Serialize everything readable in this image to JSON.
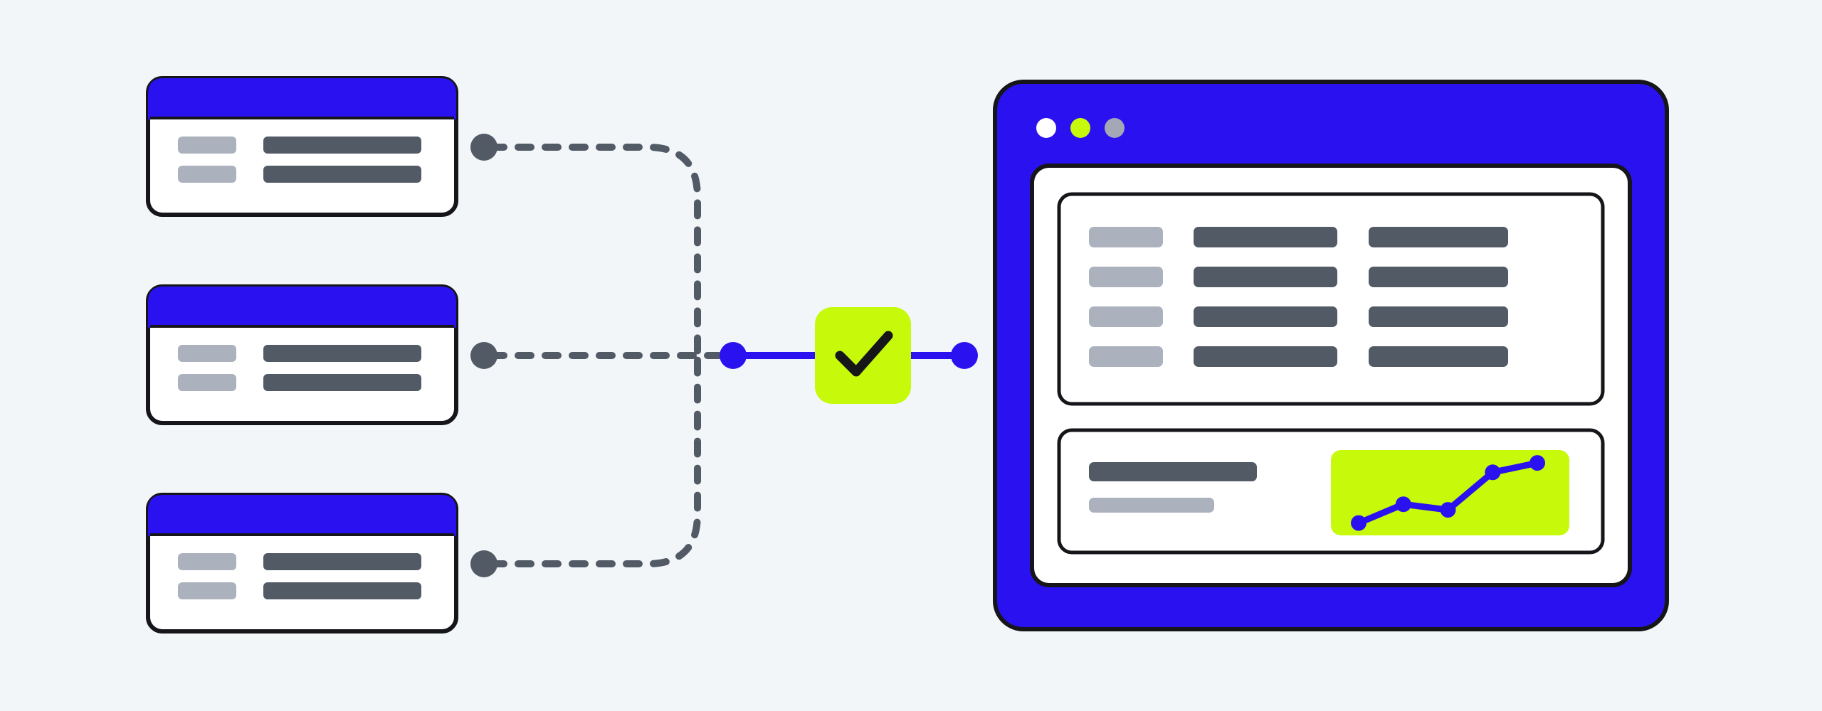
{
  "colors": {
    "background": "#F2F6F9",
    "brand_blue": "#2A12F0",
    "accent_lime": "#C6FA0A",
    "outline": "#15151A",
    "panel": "#FFFFFF",
    "bar_dark": "#525A66",
    "bar_light": "#ABB2BD",
    "connector_gray": "#525A66",
    "dot_white": "#FFFFFF",
    "dot_gray": "#A4A8B6"
  },
  "sources": [
    {
      "id": "source-1",
      "row_count": 2
    },
    {
      "id": "source-2",
      "row_count": 2
    },
    {
      "id": "source-3",
      "row_count": 2
    }
  ],
  "connector": {
    "style": "dashed",
    "merge": "single-line",
    "checkpoint_icon": "checkmark-icon",
    "checkpoint_state": "validated"
  },
  "target_window": {
    "window_dots": [
      "white",
      "lime",
      "gray"
    ],
    "table_rows": 4,
    "table_columns": 3,
    "chart": {
      "type": "line",
      "values": [
        1,
        2,
        1.7,
        3.7,
        4.2
      ],
      "ylim": [
        0,
        5
      ]
    }
  }
}
